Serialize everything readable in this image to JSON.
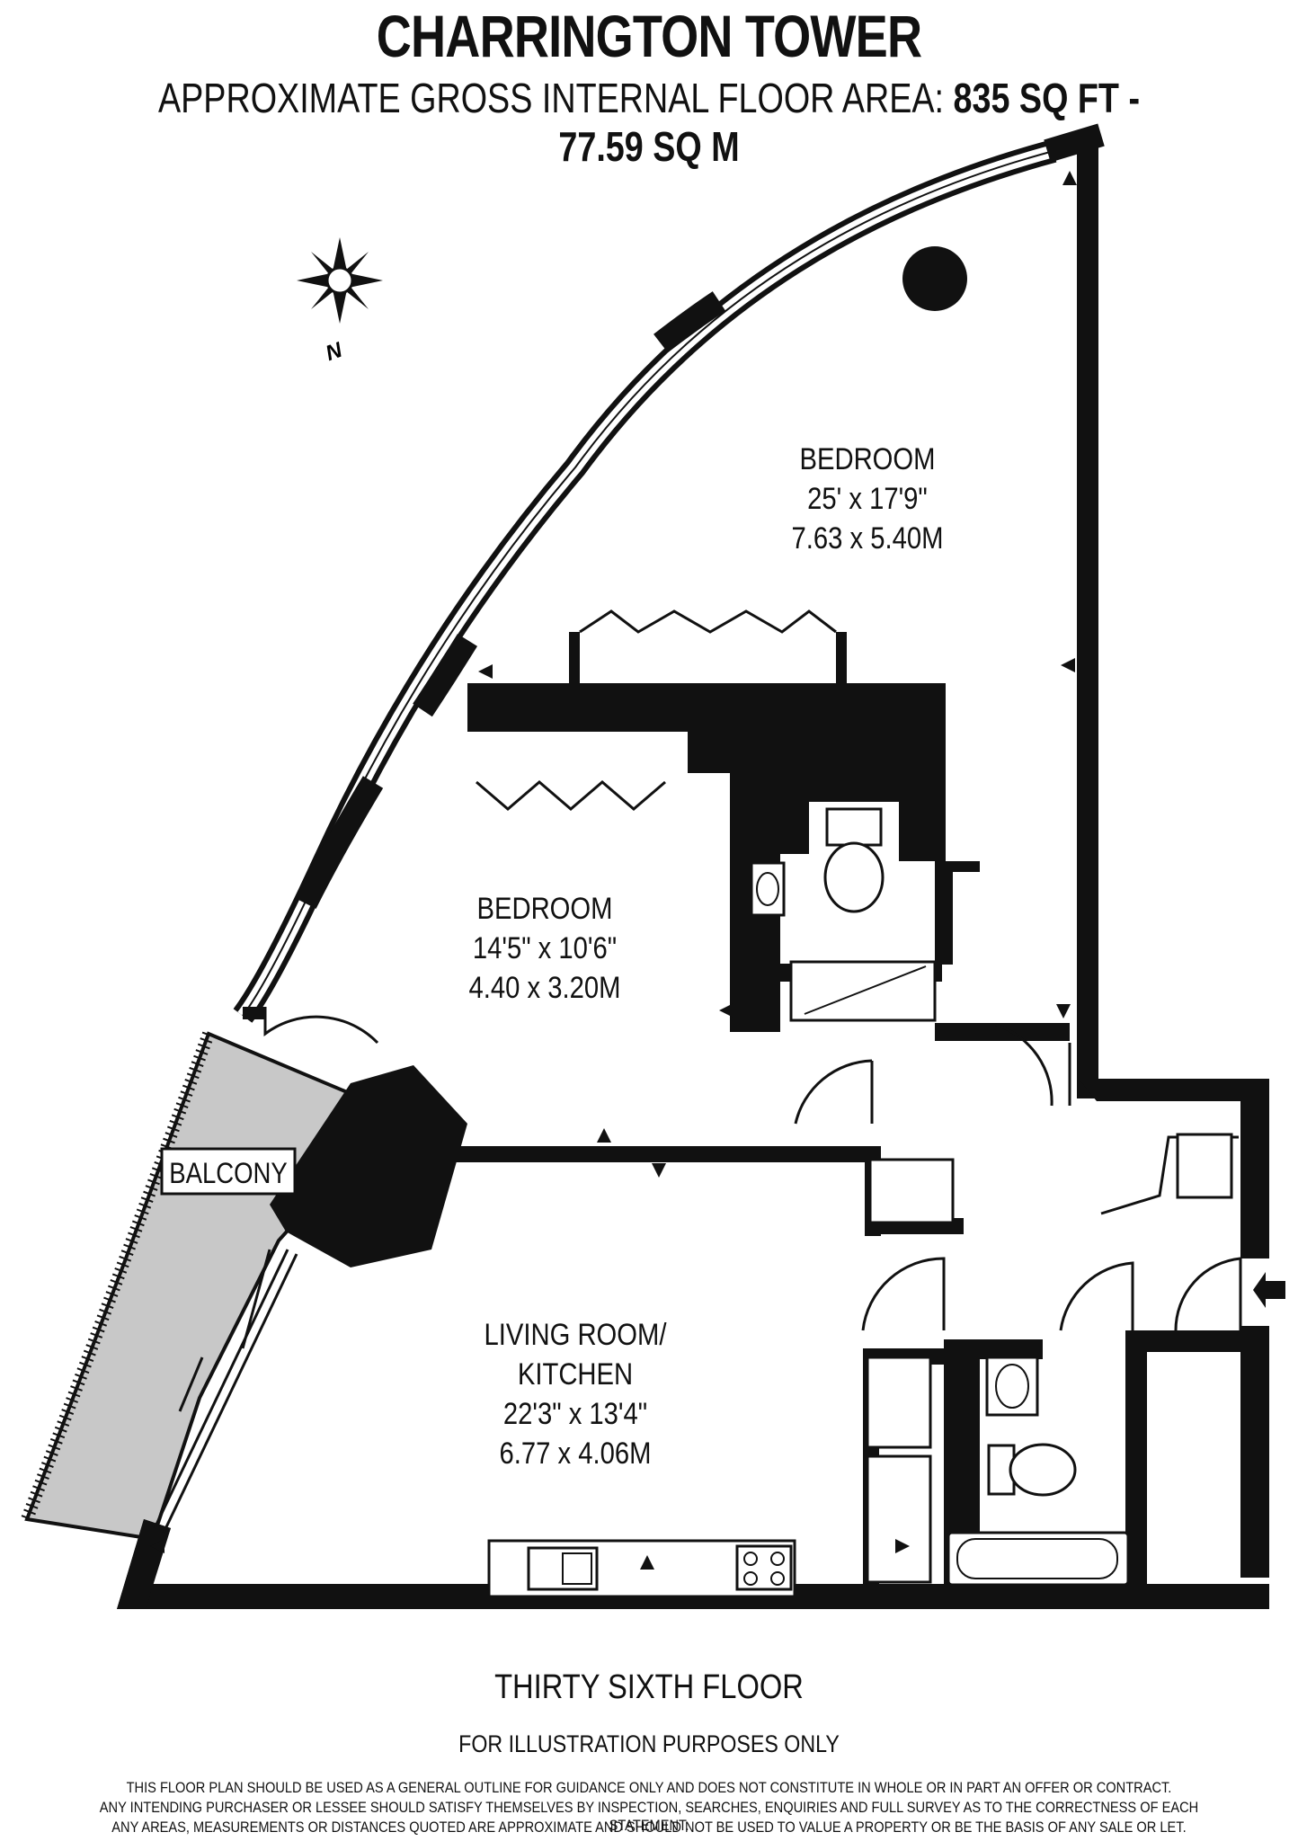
{
  "header": {
    "title": "CHARRINGTON TOWER",
    "area_prefix": "APPROXIMATE GROSS INTERNAL FLOOR AREA:",
    "area_sqft": "835 SQ FT",
    "area_sep": "-",
    "area_sqm": "77.59 SQ M"
  },
  "compass": {
    "label": "N"
  },
  "rooms": {
    "bedroom1": {
      "name": "BEDROOM",
      "imperial": "25' x 17'9\"",
      "metric": "7.63 x 5.40M"
    },
    "bedroom2": {
      "name": "BEDROOM",
      "imperial": "14'5\" x 10'6\"",
      "metric": "4.40 x 3.20M"
    },
    "living": {
      "name_line1": "LIVING ROOM/",
      "name_line2": "KITCHEN",
      "imperial": "22'3\" x 13'4\"",
      "metric": "6.77 x 4.06M"
    },
    "balcony": {
      "name": "BALCONY"
    }
  },
  "footer": {
    "floor": "THIRTY SIXTH FLOOR",
    "illustration": "FOR ILLUSTRATION PURPOSES ONLY",
    "disclaimer_1": "THIS FLOOR PLAN SHOULD BE USED AS A GENERAL OUTLINE FOR GUIDANCE ONLY AND DOES NOT CONSTITUTE IN WHOLE OR IN PART AN OFFER OR CONTRACT.",
    "disclaimer_2": "ANY INTENDING PURCHASER OR LESSEE SHOULD SATISFY THEMSELVES BY INSPECTION, SEARCHES, ENQUIRIES AND FULL SURVEY AS TO THE CORRECTNESS OF EACH STATEMENT.",
    "disclaimer_3": "ANY AREAS, MEASUREMENTS OR DISTANCES QUOTED ARE APPROXIMATE AND SHOULD NOT BE USED TO VALUE A PROPERTY OR BE THE BASIS OF ANY SALE OR LET."
  },
  "colors": {
    "wall": "#111111",
    "balcony_fill": "#c8c8c8",
    "background": "#ffffff"
  }
}
